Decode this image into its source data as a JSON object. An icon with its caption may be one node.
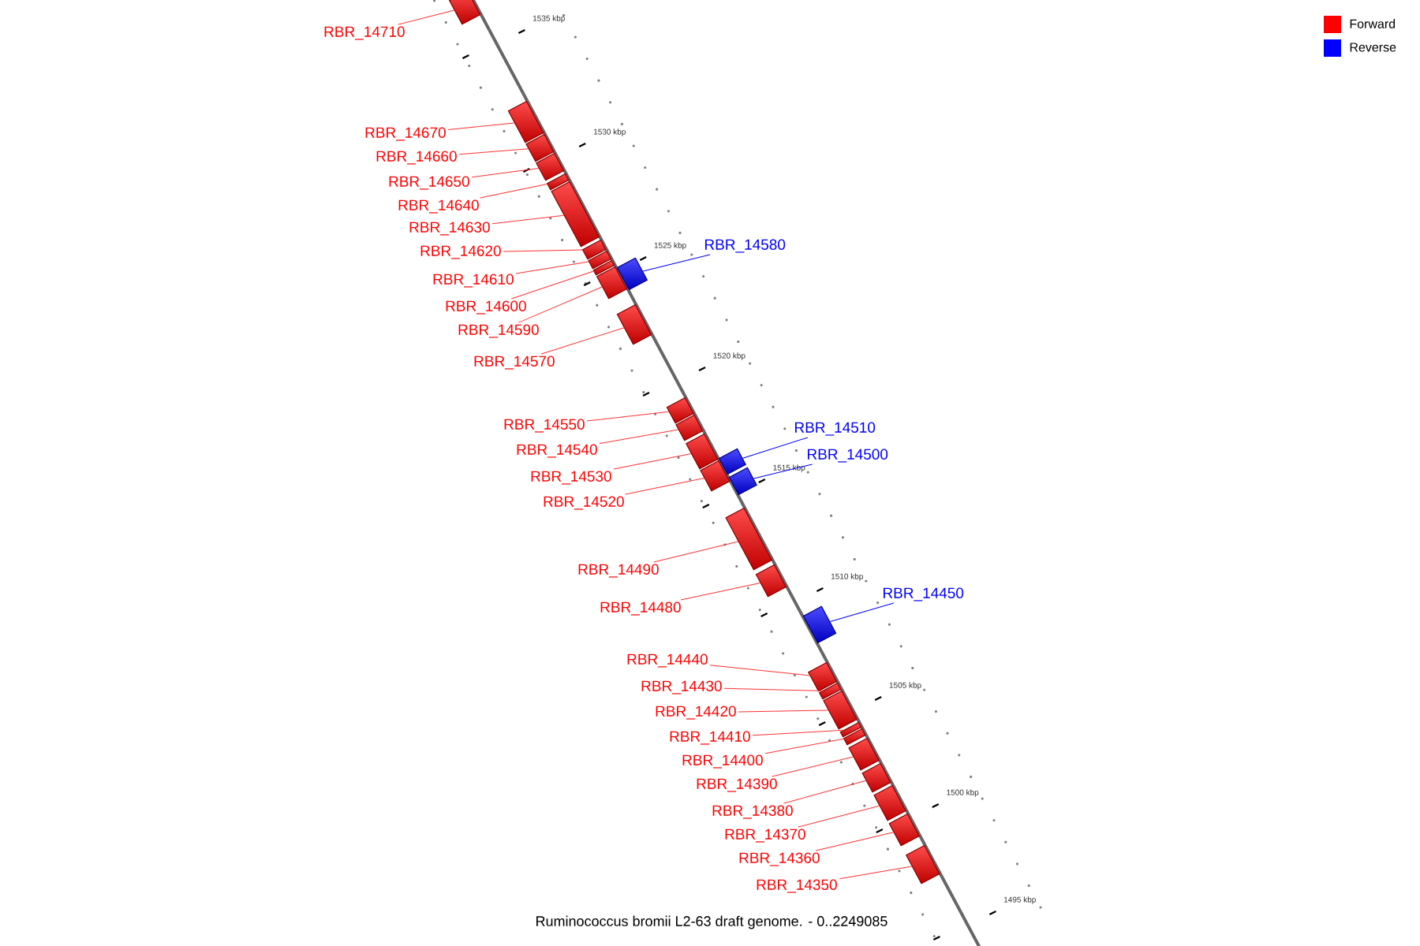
{
  "diagram": {
    "caption": "Ruminococcus bromii L2-63 draft genome. - 0..2249085",
    "nodes": [
      {
        "text": [
          "RBR_14710"
        ]
      },
      {
        "text": [],
        "shape": "bar"
      },
      {
        "text": [
          "RBR_14670"
        ]
      },
      {
        "text": [],
        "shape": "bar"
      },
      {
        "text": [
          "RBR_14660"
        ]
      },
      {
        "text": [],
        "shape": "bar"
      },
      {
        "text": [
          "RBR_14650"
        ]
      },
      {
        "text": [],
        "shape": "bar"
      },
      {
        "text": [
          "RBR_14640"
        ]
      },
      {
        "text": [],
        "shape": "bar"
      },
      {
        "text": [
          "RBR_14630"
        ]
      },
      {
        "text": [],
        "shape": "bar"
      },
      {
        "text": [
          "RBR_14620"
        ]
      },
      {
        "text": [],
        "shape": "bar"
      },
      {
        "text": [
          "RBR_14610"
        ]
      },
      {
        "text": [],
        "shape": "bar"
      },
      {
        "text": [
          "RBR_14600"
        ]
      },
      {
        "text": [],
        "shape": "bar"
      },
      {
        "text": [
          "RBR_14590"
        ]
      },
      {
        "text": [],
        "shape": "bar"
      },
      {
        "text": [
          "RBR_14580"
        ]
      },
      {
        "text": [],
        "shape": "bar"
      },
      {
        "text": [
          "RBR_14570"
        ]
      },
      {
        "text": [],
        "shape": "bar"
      },
      {
        "text": [
          "RBR_14550"
        ]
      },
      {
        "text": [],
        "shape": "bar"
      },
      {
        "text": [
          "RBR_14540"
        ]
      },
      {
        "text": [],
        "shape": "bar"
      },
      {
        "text": [
          "RBR_14510"
        ]
      },
      {
        "text": [],
        "shape": "bar"
      },
      {
        "text": [
          "RBR_14530"
        ]
      },
      {
        "text": [],
        "shape": "bar"
      },
      {
        "text": [
          "RBR_14500"
        ]
      },
      {
        "text": [],
        "shape": "bar"
      },
      {
        "text": [
          "RBR_14520"
        ]
      },
      {
        "text": [],
        "shape": "bar"
      },
      {
        "text": [
          "RBR_14490"
        ]
      },
      {
        "text": [],
        "shape": "bar"
      },
      {
        "text": [
          "RBR_14450"
        ]
      },
      {
        "text": [],
        "shape": "bar"
      },
      {
        "text": [
          "RBR_14480"
        ]
      },
      {
        "text": [],
        "shape": "bar"
      },
      {
        "text": [
          "RBR_14440"
        ]
      },
      {
        "text": [],
        "shape": "bar"
      },
      {
        "text": [
          "RBR_14430"
        ]
      },
      {
        "text": [],
        "shape": "bar"
      },
      {
        "text": [
          "RBR_14420"
        ]
      },
      {
        "text": [],
        "shape": "bar"
      },
      {
        "text": [
          "RBR_14410"
        ]
      },
      {
        "text": [],
        "shape": "bar"
      },
      {
        "text": [
          "RBR_14400"
        ]
      },
      {
        "text": [],
        "shape": "bar"
      },
      {
        "text": [
          "RBR_14390"
        ]
      },
      {
        "text": [],
        "shape": "bar"
      },
      {
        "text": [
          "RBR_14380"
        ]
      },
      {
        "text": [],
        "shape": "bar"
      },
      {
        "text": [
          "RBR_14370"
        ]
      },
      {
        "text": [],
        "shape": "bar"
      },
      {
        "text": [
          "RBR_14360"
        ]
      },
      {
        "text": [],
        "shape": "bar"
      },
      {
        "text": [
          "RBR_14350"
        ]
      },
      {
        "text": [],
        "shape": "bar"
      }
    ],
    "edges": [
      {
        "from": 0,
        "to": 1,
        "arrow": "none"
      },
      {
        "from": 2,
        "to": 3,
        "arrow": "none"
      },
      {
        "from": 4,
        "to": 5,
        "arrow": "none"
      },
      {
        "from": 6,
        "to": 7,
        "arrow": "none"
      },
      {
        "from": 8,
        "to": 9,
        "arrow": "none"
      },
      {
        "from": 10,
        "to": 11,
        "arrow": "none"
      },
      {
        "from": 12,
        "to": 13,
        "arrow": "none"
      },
      {
        "from": 14,
        "to": 15,
        "arrow": "none"
      },
      {
        "from": 16,
        "to": 17,
        "arrow": "none"
      },
      {
        "from": 18,
        "to": 19,
        "arrow": "none"
      },
      {
        "from": 20,
        "to": 21,
        "arrow": "none",
        "color": "#0000ff"
      },
      {
        "from": 22,
        "to": 23,
        "arrow": "none"
      },
      {
        "from": 24,
        "to": 25,
        "arrow": "none"
      },
      {
        "from": 26,
        "to": 27,
        "arrow": "none"
      },
      {
        "from": 28,
        "to": 29,
        "arrow": "none",
        "color": "#0000ff"
      },
      {
        "from": 30,
        "to": 31,
        "arrow": "none"
      },
      {
        "from": 32,
        "to": 33,
        "arrow": "none",
        "color": "#0000ff"
      },
      {
        "from": 34,
        "to": 35,
        "arrow": "none"
      },
      {
        "from": 36,
        "to": 37,
        "arrow": "none"
      },
      {
        "from": 38,
        "to": 39,
        "arrow": "none",
        "color": "#0000ff"
      },
      {
        "from": 40,
        "to": 41,
        "arrow": "none"
      },
      {
        "from": 42,
        "to": 43,
        "arrow": "none"
      },
      {
        "from": 44,
        "to": 45,
        "arrow": "none"
      },
      {
        "from": 46,
        "to": 47,
        "arrow": "none"
      },
      {
        "from": 48,
        "to": 49,
        "arrow": "none"
      },
      {
        "from": 50,
        "to": 51,
        "arrow": "none"
      },
      {
        "from": 52,
        "to": 53,
        "arrow": "none"
      },
      {
        "from": 54,
        "to": 55,
        "arrow": "none"
      },
      {
        "from": 56,
        "to": 57,
        "arrow": "none"
      },
      {
        "from": 58,
        "to": 59,
        "arrow": "none"
      },
      {
        "from": 60,
        "to": 61,
        "arrow": "none"
      }
    ],
    "labels": [
      "1535 kbp",
      "1530 kbp",
      "1525 kbp",
      "1520 kbp",
      "1515 kbp",
      "1510 kbp",
      "1505 kbp",
      "1500 kbp",
      "1495 kbp"
    ],
    "legend": [
      {
        "text": "Forward",
        "color": "#ff0000"
      },
      {
        "text": "Reverse",
        "color": "#0000ff"
      }
    ]
  }
}
